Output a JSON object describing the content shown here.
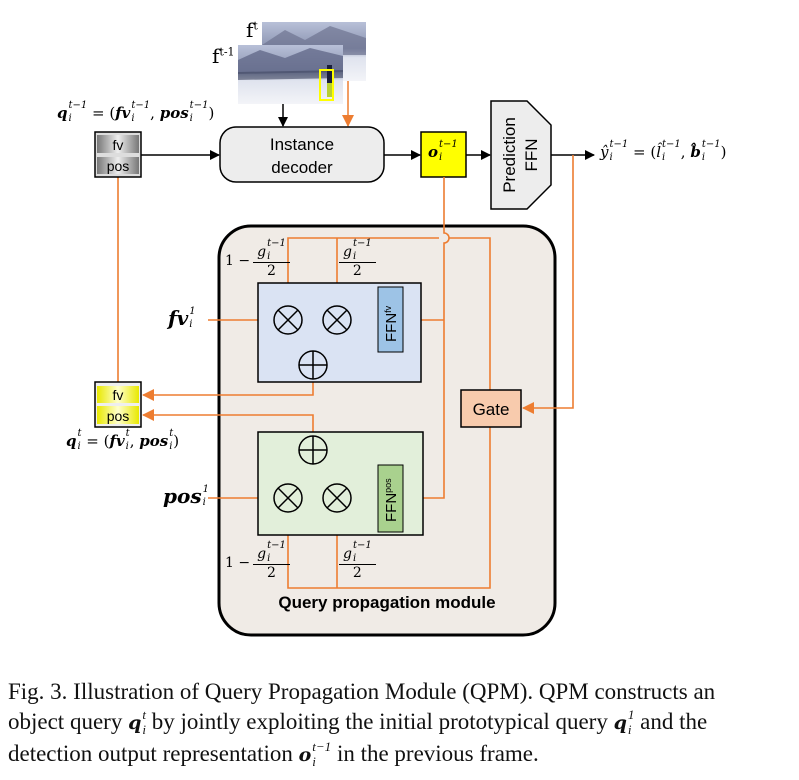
{
  "frames": {
    "current_label_base": "f",
    "current_label_sup": "t",
    "previous_label_base": "f",
    "previous_label_sup": "t-1"
  },
  "query_prev": {
    "label": [
      [
        "q",
        "i",
        "t−1"
      ],
      " = (",
      [
        "fv",
        "i",
        "t−1"
      ],
      ", ",
      [
        "pos",
        "i",
        "t−1"
      ],
      ")"
    ],
    "rows": [
      "fv",
      "pos"
    ]
  },
  "instance_decoder": {
    "line1": "Instance",
    "line2": "decoder"
  },
  "output_rep": {
    "label": [
      [
        "o",
        "i",
        "t−1"
      ]
    ]
  },
  "prediction_ffn": {
    "line1": "Prediction",
    "line2": "FFN"
  },
  "prediction_output": {
    "label": [
      [
        "ŷ",
        "i",
        "t−1",
        false
      ],
      " = (",
      [
        "l̂",
        "i",
        "t−1",
        false
      ],
      ", ",
      [
        "b̂",
        "i",
        "t−1"
      ],
      ")"
    ]
  },
  "qpm": {
    "title": "Query propagation module",
    "fv_input": [
      [
        "fv",
        "i",
        "1"
      ]
    ],
    "pos_input": [
      [
        "pos",
        "i",
        "1"
      ]
    ],
    "weight_one_minus": {
      "prefix": "1 −",
      "num": "g",
      "num_sub": "i",
      "num_sup": "t−1",
      "den": "2"
    },
    "weight": {
      "num": "g",
      "num_sub": "i",
      "num_sup": "t−1",
      "den": "2"
    },
    "ffn_fv": {
      "base": "FFN",
      "sub": "fv"
    },
    "ffn_pos": {
      "base": "FFN",
      "sub": "pos"
    },
    "gate": "Gate"
  },
  "query_new": {
    "label": [
      [
        "q",
        "i",
        "t"
      ],
      " = (",
      [
        "fv",
        "i",
        "t"
      ],
      ", ",
      [
        "pos",
        "i",
        "t"
      ],
      ")"
    ],
    "rows": [
      "fv",
      "pos"
    ]
  },
  "caption": {
    "line1": "Fig. 3.    Illustration of Query Propagation Module (QPM). QPM constructs an",
    "line2_a": "object query ",
    "line2_m1": [
      [
        "q",
        "i",
        "t"
      ]
    ],
    "line2_b": " by jointly exploiting the initial prototypical query ",
    "line2_m2": [
      [
        "q",
        "i",
        "1"
      ]
    ],
    "line2_c": " and the",
    "line3_a": "detection output representation ",
    "line3_m": [
      [
        "o",
        "i",
        "t−1"
      ]
    ],
    "line3_b": " in the previous frame."
  },
  "colors": {
    "orange": "#ed7d31",
    "yellow": "#ffff00",
    "qpm_bg": "#f0ebe6",
    "fv_block": "#dae3f3",
    "pos_block": "#e2efda",
    "ffn_fv": "#9dc3e6",
    "ffn_pos": "#a9d18e",
    "gate": "#f8cbad"
  }
}
